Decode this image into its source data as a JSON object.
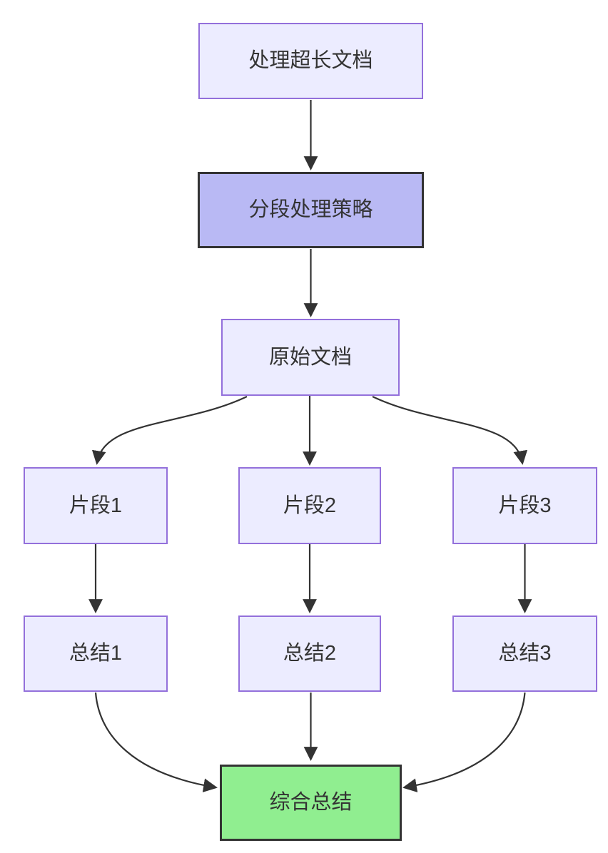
{
  "diagram": {
    "kind": "flowchart",
    "direction": "top-down",
    "background": "#ffffff",
    "colors": {
      "node_fill": "#ECECFF",
      "node_border": "#9370DB",
      "accent_fill": "#B9B9F4",
      "accent_border": "#333333",
      "success_fill": "#90EE90",
      "success_border": "#333333",
      "edge_color": "#333333",
      "text_color": "#333333"
    },
    "nodes": {
      "process_long_doc": {
        "label": "处理超长文档",
        "style": "default"
      },
      "segmentation_strategy": {
        "label": "分段处理策略",
        "style": "accent-purple"
      },
      "original_doc": {
        "label": "原始文档",
        "style": "default"
      },
      "segment1": {
        "label": "片段1",
        "style": "default"
      },
      "segment2": {
        "label": "片段2",
        "style": "default"
      },
      "segment3": {
        "label": "片段3",
        "style": "default"
      },
      "summary1": {
        "label": "总结1",
        "style": "default"
      },
      "summary2": {
        "label": "总结2",
        "style": "default"
      },
      "summary3": {
        "label": "总结3",
        "style": "default"
      },
      "final_summary": {
        "label": "综合总结",
        "style": "success-green"
      }
    },
    "edges": [
      {
        "from": "process_long_doc",
        "to": "segmentation_strategy"
      },
      {
        "from": "segmentation_strategy",
        "to": "original_doc"
      },
      {
        "from": "original_doc",
        "to": "segment1"
      },
      {
        "from": "original_doc",
        "to": "segment2"
      },
      {
        "from": "original_doc",
        "to": "segment3"
      },
      {
        "from": "segment1",
        "to": "summary1"
      },
      {
        "from": "segment2",
        "to": "summary2"
      },
      {
        "from": "segment3",
        "to": "summary3"
      },
      {
        "from": "summary1",
        "to": "final_summary"
      },
      {
        "from": "summary2",
        "to": "final_summary"
      },
      {
        "from": "summary3",
        "to": "final_summary"
      }
    ]
  }
}
